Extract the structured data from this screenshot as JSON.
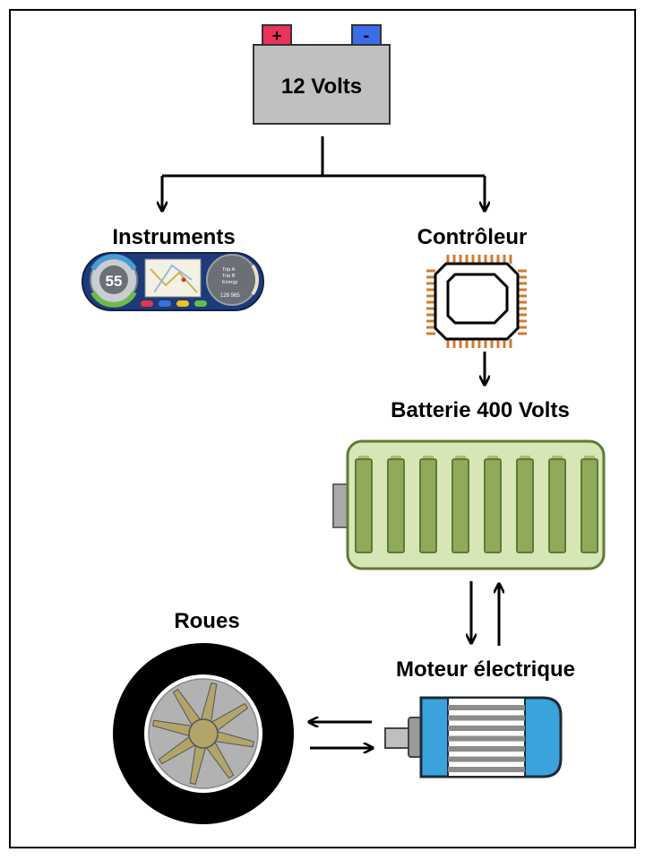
{
  "nodes": {
    "battery12": {
      "label": "12 Volts",
      "plus": "+",
      "minus": "-"
    },
    "instruments": {
      "label": "Instruments",
      "speed": "55",
      "trip_lines": [
        "Trip A",
        "Trip B",
        "Energy"
      ],
      "odometer": "128 965"
    },
    "controller": {
      "label": "Contrôleur"
    },
    "battery400": {
      "label": "Batterie 400 Volts"
    },
    "motor": {
      "label": "Moteur électrique"
    },
    "wheels": {
      "label": "Roues"
    }
  },
  "colors": {
    "battery_body": "#c0c0c0",
    "terminal_plus": "#e8335a",
    "terminal_minus": "#3a6ee8",
    "cell_green": "#8faa5a",
    "pack_green": "#d6e6b4",
    "pack_border": "#5f7a35",
    "chip_pin": "#d27b2c",
    "motor_blue": "#3aa3dc",
    "dash_navy": "#1f3a78",
    "wheel_spoke": "#b1a56a"
  }
}
